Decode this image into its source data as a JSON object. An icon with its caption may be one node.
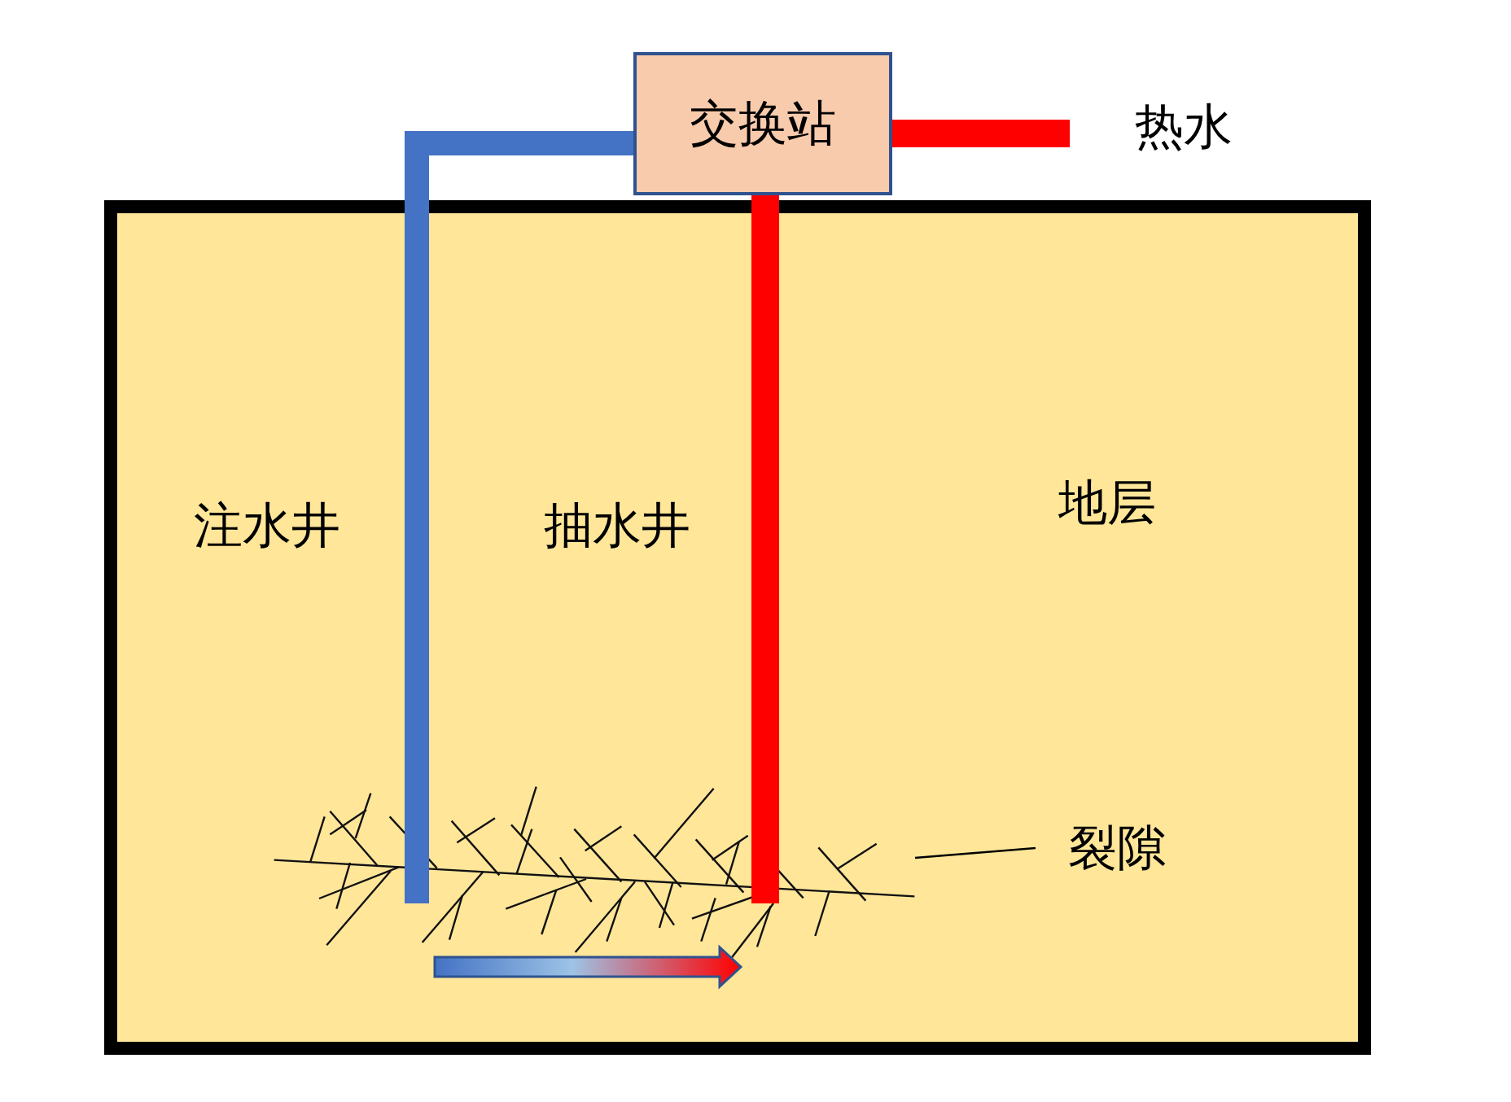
{
  "diagram": {
    "nodes": [
      {
        "text": [
          "地层"
        ]
      },
      {
        "text": [
          "交换站"
        ]
      },
      {
        "text": [
          "热水"
        ]
      },
      {
        "text": [
          "裂隙"
        ],
        "in": 0
      },
      {
        "text": [],
        "shape": "picture",
        "in": 0
      }
    ],
    "edges": [
      {
        "from": 1,
        "to": 4,
        "arrow": "none",
        "color": "#4472c4"
      },
      {
        "from": 4,
        "to": 1,
        "arrow": "none"
      },
      {
        "from": 1,
        "to": 2,
        "arrow": "none"
      },
      {
        "from": 3,
        "to": 4,
        "arrow": "none",
        "color": "#000000"
      }
    ],
    "labels": [
      "注水井",
      "抽水井"
    ]
  }
}
